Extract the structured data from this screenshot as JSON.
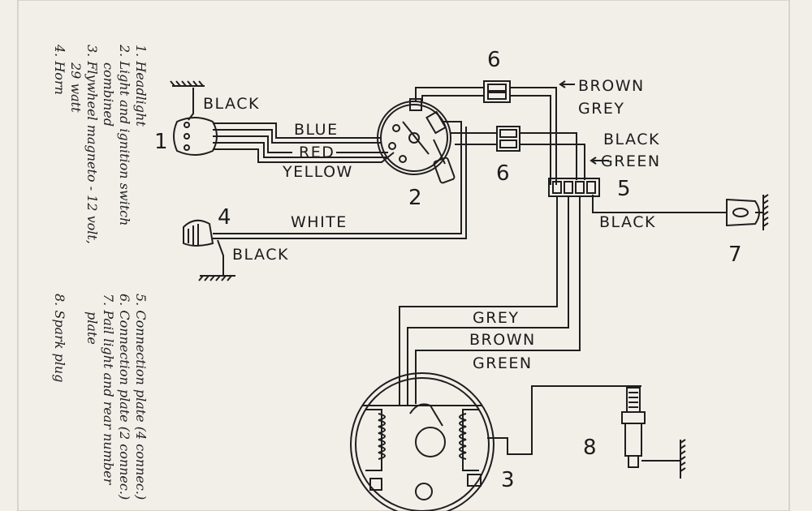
{
  "legend": {
    "items": [
      {
        "lines": [
          "1. Headlight"
        ]
      },
      {
        "lines": [
          "2. Light and ignition switch",
          "combined"
        ]
      },
      {
        "lines": [
          "3. Flywheel magneto - 12 volt,",
          "29 watt"
        ]
      },
      {
        "lines": [
          "4. Horn"
        ]
      },
      {
        "lines": [
          "5. Connection plate (4 connec.)"
        ]
      },
      {
        "lines": [
          "6. Connection plate (2 connec.)"
        ]
      },
      {
        "lines": [
          "7. Pail light and rear number",
          "plate"
        ]
      },
      {
        "lines": [
          "8. Spark plug"
        ]
      }
    ]
  },
  "wire_labels": {
    "black_headlight": "BLACK",
    "blue": "BLUE",
    "red": "RED",
    "yellow": "YELLOW",
    "white": "WHITE",
    "black_horn": "BLACK",
    "brown_top": "BROWN",
    "grey_top": "GREY",
    "black_right": "BLACK",
    "green_right": "GREEN",
    "black_tail": "BLACK",
    "grey_bottom": "GREY",
    "brown_bottom": "BROWN",
    "green_bottom": "GREEN"
  },
  "component_numbers": {
    "headlight": "1",
    "switch": "2",
    "magneto": "3",
    "horn": "4",
    "plate4": "5",
    "plate2_top": "6",
    "plate2_bottom": "6",
    "tail_light": "7",
    "spark_plug": "8"
  },
  "colors": {
    "paper": "#f2efe9",
    "ink": "#1e1e1e",
    "border": "#d7d3cb"
  }
}
